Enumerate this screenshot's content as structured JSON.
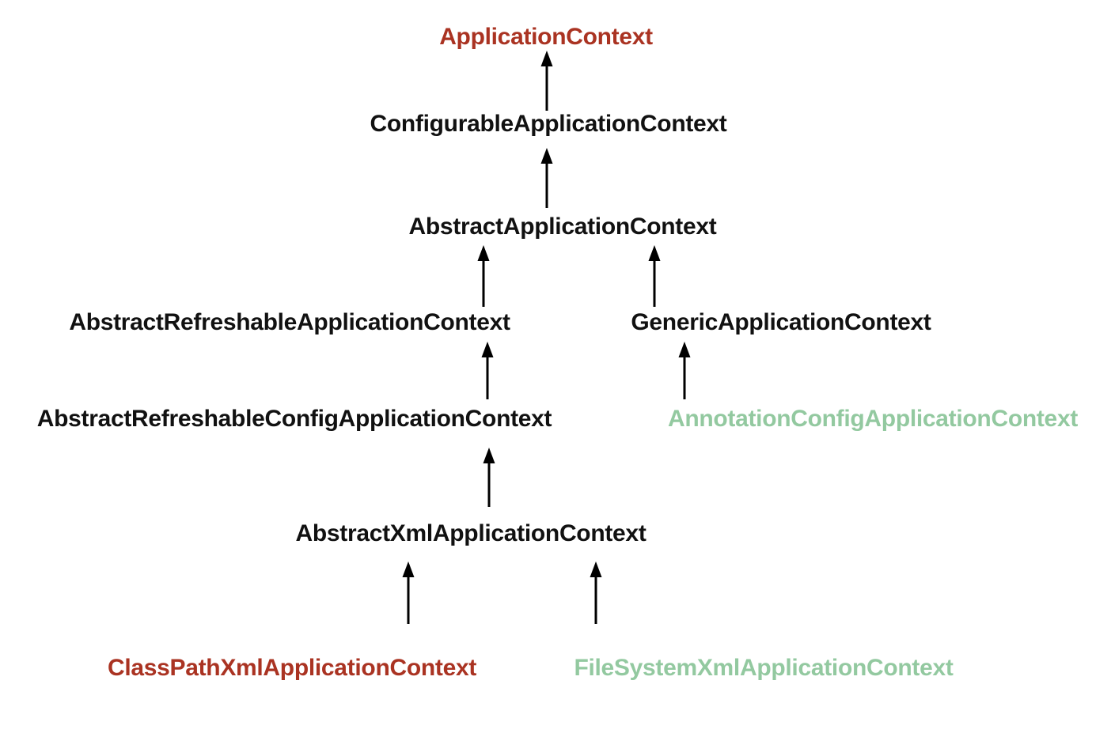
{
  "diagram": {
    "type": "class-hierarchy",
    "background": "#ffffff",
    "colors": {
      "red": "#aa3322",
      "green": "#93c9a0",
      "black": "#111111",
      "arrow": "#000000"
    },
    "nodes": [
      {
        "id": "ApplicationContext",
        "label": "ApplicationContext",
        "tone": "red"
      },
      {
        "id": "ConfigurableApplicationContext",
        "label": "ConfigurableApplicationContext",
        "tone": "black"
      },
      {
        "id": "AbstractApplicationContext",
        "label": "AbstractApplicationContext",
        "tone": "black"
      },
      {
        "id": "AbstractRefreshableApplicationContext",
        "label": "AbstractRefreshableApplicationContext",
        "tone": "black"
      },
      {
        "id": "GenericApplicationContext",
        "label": "GenericApplicationContext",
        "tone": "black"
      },
      {
        "id": "AbstractRefreshableConfigApplicationContext",
        "label": "AbstractRefreshableConfigApplicationContext",
        "tone": "black"
      },
      {
        "id": "AnnotationConfigApplicationContext",
        "label": "AnnotationConfigApplicationContext",
        "tone": "green"
      },
      {
        "id": "AbstractXmlApplicationContext",
        "label": "AbstractXmlApplicationContext",
        "tone": "black"
      },
      {
        "id": "ClassPathXmlApplicationContext",
        "label": "ClassPathXmlApplicationContext",
        "tone": "red"
      },
      {
        "id": "FileSystemXmlApplicationContext",
        "label": "FileSystemXmlApplicationContext",
        "tone": "green"
      }
    ],
    "edges": [
      {
        "from": "ConfigurableApplicationContext",
        "to": "ApplicationContext"
      },
      {
        "from": "AbstractApplicationContext",
        "to": "ConfigurableApplicationContext"
      },
      {
        "from": "AbstractRefreshableApplicationContext",
        "to": "AbstractApplicationContext"
      },
      {
        "from": "GenericApplicationContext",
        "to": "AbstractApplicationContext"
      },
      {
        "from": "AbstractRefreshableConfigApplicationContext",
        "to": "AbstractRefreshableApplicationContext"
      },
      {
        "from": "AnnotationConfigApplicationContext",
        "to": "GenericApplicationContext"
      },
      {
        "from": "AbstractXmlApplicationContext",
        "to": "AbstractRefreshableConfigApplicationContext"
      },
      {
        "from": "ClassPathXmlApplicationContext",
        "to": "AbstractXmlApplicationContext"
      },
      {
        "from": "FileSystemXmlApplicationContext",
        "to": "AbstractXmlApplicationContext"
      }
    ]
  }
}
